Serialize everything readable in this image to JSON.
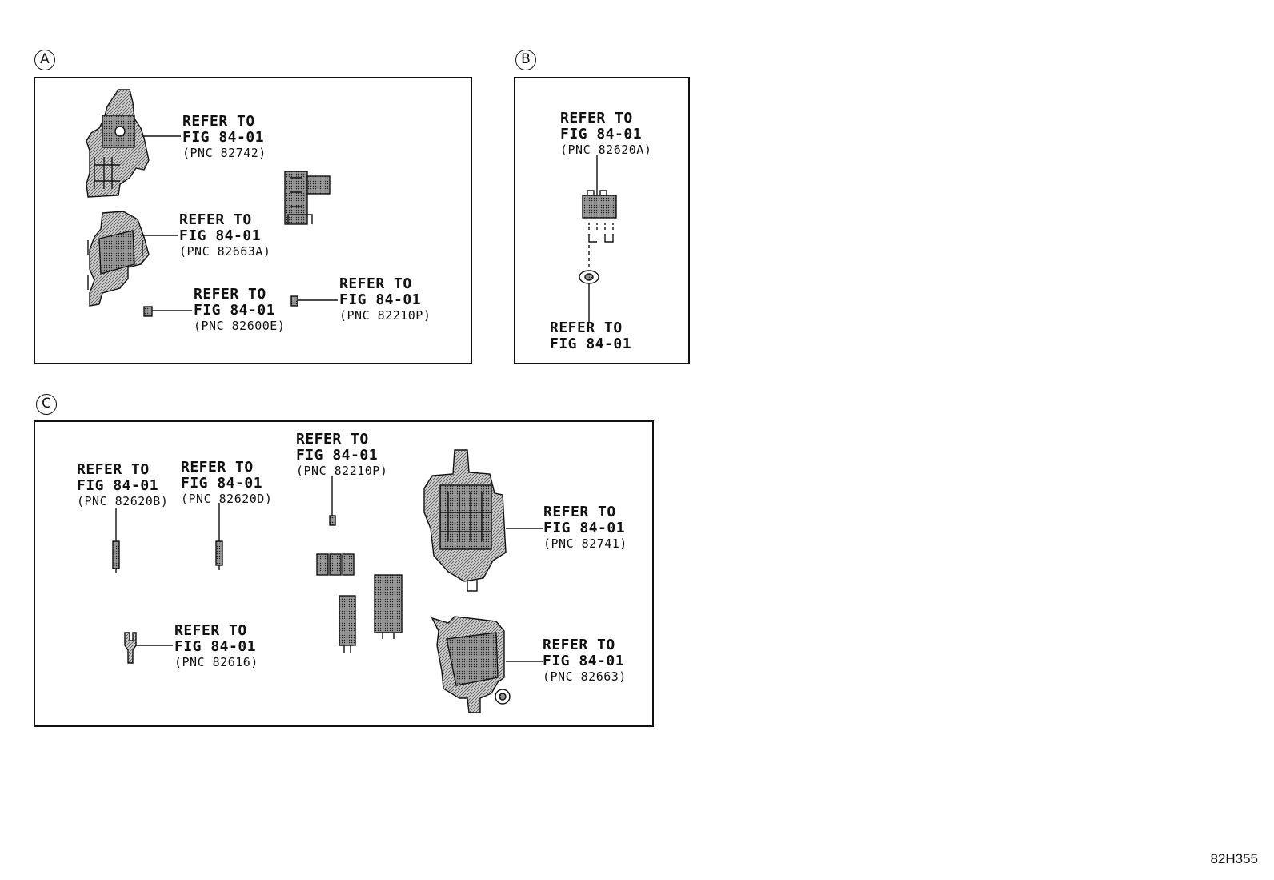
{
  "sections": [
    {
      "id": "A",
      "callouts": [
        {
          "line1": "REFER TO",
          "line2": "FIG 84-01",
          "line3": "(PNC 82742)"
        },
        {
          "line1": "REFER TO",
          "line2": "FIG 84-01",
          "line3": "(PNC 82663A)"
        },
        {
          "line1": "REFER TO",
          "line2": "FIG 84-01",
          "line3": "(PNC 82600E)"
        },
        {
          "line1": "REFER TO",
          "line2": "FIG 84-01",
          "line3": "(PNC 82210P)"
        }
      ]
    },
    {
      "id": "B",
      "callouts": [
        {
          "line1": "REFER TO",
          "line2": "FIG 84-01",
          "line3": "(PNC 82620A)"
        },
        {
          "line1": "REFER TO",
          "line2": "FIG 84-01"
        }
      ]
    },
    {
      "id": "C",
      "callouts": [
        {
          "line1": "REFER TO",
          "line2": "FIG 84-01",
          "line3": "(PNC 82620B)"
        },
        {
          "line1": "REFER TO",
          "line2": "FIG 84-01",
          "line3": "(PNC 82620D)"
        },
        {
          "line1": "REFER TO",
          "line2": "FIG 84-01",
          "line3": "(PNC 82210P)"
        },
        {
          "line1": "REFER TO",
          "line2": "FIG 84-01",
          "line3": "(PNC 82741)"
        },
        {
          "line1": "REFER TO",
          "line2": "FIG 84-01",
          "line3": "(PNC 82616)"
        },
        {
          "line1": "REFER TO",
          "line2": "FIG 84-01",
          "line3": "(PNC 82663)"
        }
      ]
    }
  ],
  "drawing_code": "82H355"
}
